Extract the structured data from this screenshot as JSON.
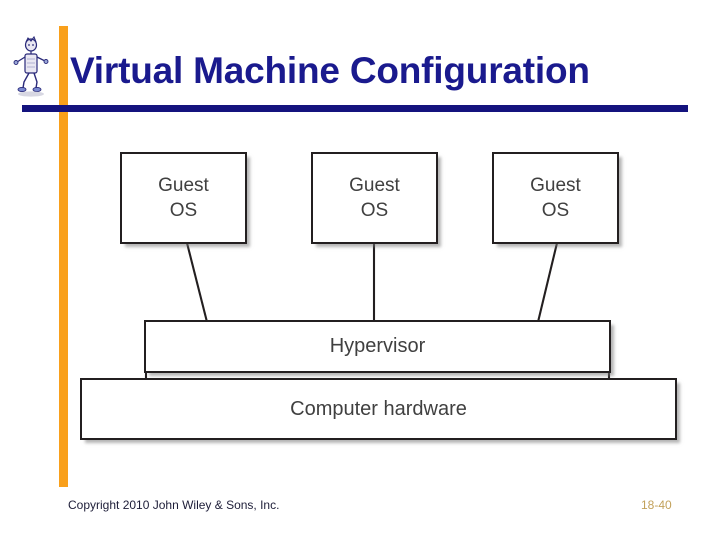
{
  "slide": {
    "title": "Virtual Machine Configuration",
    "accent_color": "#f9a01b",
    "rule_color": "#14137e",
    "title_color": "#1a1a8e"
  },
  "mascot": {
    "icon": "stick-figure-mascot-icon"
  },
  "diagram": {
    "type": "block-diagram",
    "nodes": [
      {
        "id": "guest-os-1",
        "label_line1": "Guest",
        "label_line2": "OS"
      },
      {
        "id": "guest-os-2",
        "label_line1": "Guest",
        "label_line2": "OS"
      },
      {
        "id": "guest-os-3",
        "label_line1": "Guest",
        "label_line2": "OS"
      },
      {
        "id": "hypervisor",
        "label": "Hypervisor"
      },
      {
        "id": "computer-hardware",
        "label": "Computer hardware"
      }
    ],
    "edges": [
      {
        "from": "guest-os-1",
        "to": "hypervisor"
      },
      {
        "from": "guest-os-2",
        "to": "hypervisor"
      },
      {
        "from": "guest-os-3",
        "to": "hypervisor"
      },
      {
        "from": "hypervisor",
        "to": "computer-hardware"
      }
    ],
    "line_color": "#231f20",
    "text_color": "#404040"
  },
  "footer": {
    "copyright": "Copyright 2010 John Wiley & Sons, Inc.",
    "page_number": "18-40",
    "page_number_color": "#c2a15a"
  }
}
